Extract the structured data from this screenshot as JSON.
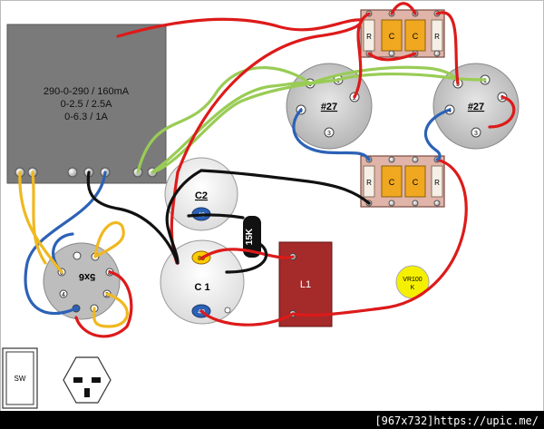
{
  "transformer": {
    "line1": "290-0-290 / 160mA",
    "line2": "0-2.5 /  2.5A",
    "line3": "0-6.3 / 1A"
  },
  "tube_5x6": {
    "label": "5x6",
    "pins": [
      "6",
      "4",
      "8",
      "2"
    ]
  },
  "tube_27_left": {
    "label": "#27",
    "pins": [
      "5",
      "1",
      "2",
      "4",
      "3"
    ]
  },
  "tube_27_right": {
    "label": "#27",
    "pins": [
      "5",
      "1",
      "2",
      "4",
      "3"
    ]
  },
  "c2": {
    "label": "C2",
    "value": "40"
  },
  "c1": {
    "label": "C 1",
    "value_top": "80",
    "value_bottom": "40"
  },
  "resistor": {
    "label": "15K"
  },
  "choke": {
    "label": "L1"
  },
  "rc_board_top": {
    "labels": [
      "R",
      "C",
      "C",
      "R"
    ]
  },
  "rc_board_bottom": {
    "labels": [
      "R",
      "C",
      "C",
      "R"
    ]
  },
  "pot": {
    "line1": "VR100",
    "line2": "K"
  },
  "switch": {
    "label": "SW"
  },
  "footer": {
    "text": "[967x732]https://upic.me/"
  },
  "colors": {
    "wire_red": "#dd1a1a",
    "wire_green": "#99cc55",
    "wire_blue": "#2c62b6",
    "wire_black": "#111111",
    "wire_yellow": "#f0b820",
    "transformer": "#777777",
    "tube": "#d9d9d9",
    "board": "#e0b4a8",
    "choke": "#a52a2a",
    "cap_yellow": "#ffcc00"
  }
}
